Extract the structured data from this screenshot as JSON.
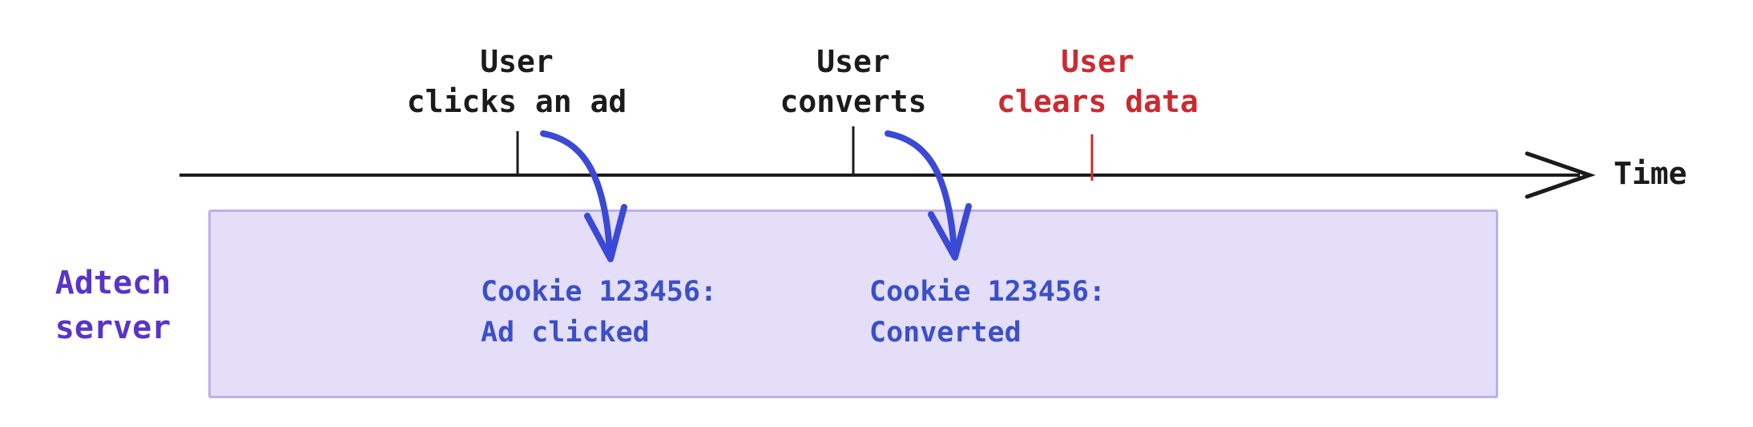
{
  "colors": {
    "black": "#1b1b1b",
    "red": "#cc2a30",
    "purple": "#5a33c9",
    "blue_text": "#3b4fc8",
    "blue_arrow": "#3a49d6",
    "box_fill": "#e4def8",
    "box_border": "#bcb0ea"
  },
  "timeline": {
    "axis_label": "Time",
    "events": [
      {
        "id": "click",
        "label": "User\nclicks an ad"
      },
      {
        "id": "convert",
        "label": "User\nconverts"
      },
      {
        "id": "clear",
        "label": "User\nclears data"
      }
    ]
  },
  "server": {
    "label": "Adtech\nserver",
    "records": [
      {
        "text": "Cookie 123456:\nAd clicked"
      },
      {
        "text": "Cookie 123456:\nConverted"
      }
    ]
  }
}
